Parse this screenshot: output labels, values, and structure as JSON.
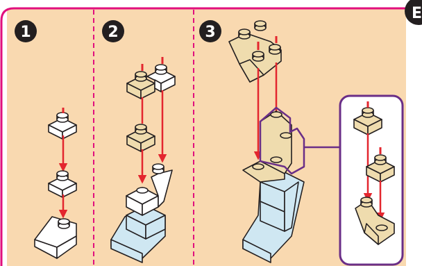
{
  "steps": [
    {
      "label": "1"
    },
    {
      "label": "2"
    },
    {
      "label": "3"
    }
  ],
  "corner_badge": {
    "label": "E"
  },
  "colors": {
    "panel": "#f9d9b0",
    "border": "#e10f7d",
    "divider": "#e10f7d",
    "brick_tan": "#efdcae",
    "brick_white": "#ffffff",
    "brick_blue": "#cfe7f2",
    "arrow": "#e3262e",
    "callout": "#6a2e87",
    "badge": "#231f20"
  }
}
